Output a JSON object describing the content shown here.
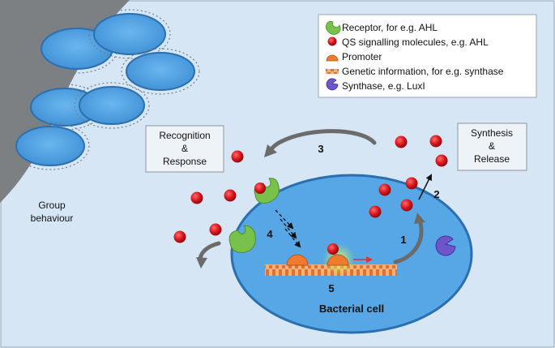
{
  "legend": {
    "items": [
      {
        "icon": "receptor-icon",
        "label": "Receptor, for e.g. AHL"
      },
      {
        "icon": "signal-molecule-icon",
        "label": "QS signalling molecules, e.g. AHL"
      },
      {
        "icon": "promoter-icon",
        "label": "Promoter"
      },
      {
        "icon": "genetic-information-icon",
        "label": "Genetic information, for e.g. synthase"
      },
      {
        "icon": "synthase-icon",
        "label": "Synthase, e.g. LuxI"
      }
    ]
  },
  "boxes": {
    "recognition": [
      "Recognition",
      "&",
      "Response"
    ],
    "synthesis": [
      "Synthesis",
      "&",
      "Release"
    ]
  },
  "group_label": [
    "Group",
    "behaviour"
  ],
  "steps": {
    "s1": "1",
    "s2": "2",
    "s3": "3",
    "s4": "4",
    "s5": "5"
  },
  "cell_label": "Bacterial cell",
  "colors": {
    "background": "#d6e6f4",
    "cell_fill": "#57a7e6",
    "cell_stroke": "#2a6fb0",
    "molecule": "#d7141c",
    "receptor": "#78c24b",
    "promoter": "#f07a2e",
    "synthase": "#6e55c9",
    "wall": "#7d8083"
  }
}
